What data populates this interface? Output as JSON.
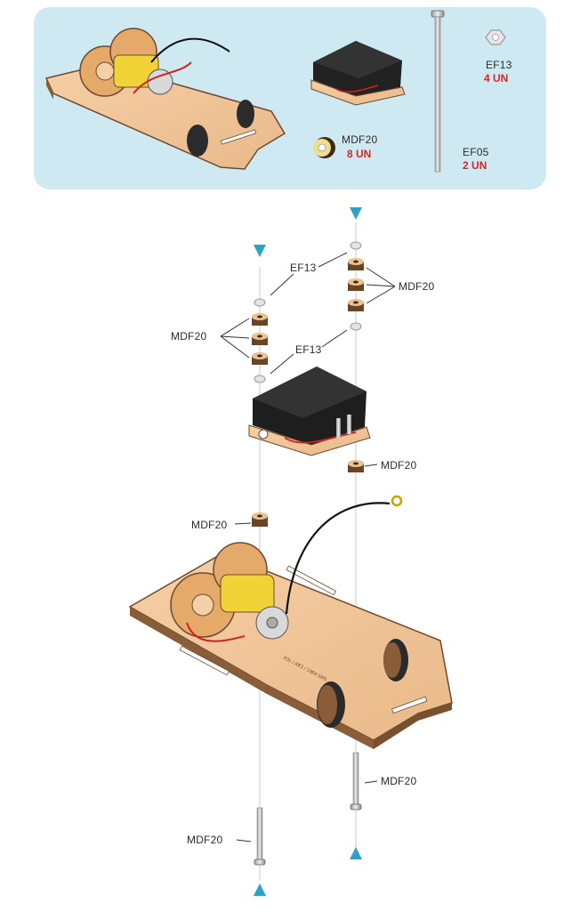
{
  "parts_panel": {
    "items": [
      {
        "code": "MDF20",
        "qty": "8 UN"
      },
      {
        "code": "EF13",
        "qty": "4 UN"
      },
      {
        "code": "EF05",
        "qty": "2 UN"
      }
    ]
  },
  "callouts": {
    "ef13_top": "EF13",
    "ef13_mid": "EF13",
    "mdf20_right_stack": "MDF20",
    "mdf20_left_stack": "MDF20",
    "mdf20_under_battery": "MDF20",
    "mdf20_left_single": "MDF20",
    "mdf20_right_screw": "MDF20",
    "mdf20_left_screw": "MDF20"
  },
  "plate_engraving": "ΣOL / AB3 / 1984 SMS"
}
